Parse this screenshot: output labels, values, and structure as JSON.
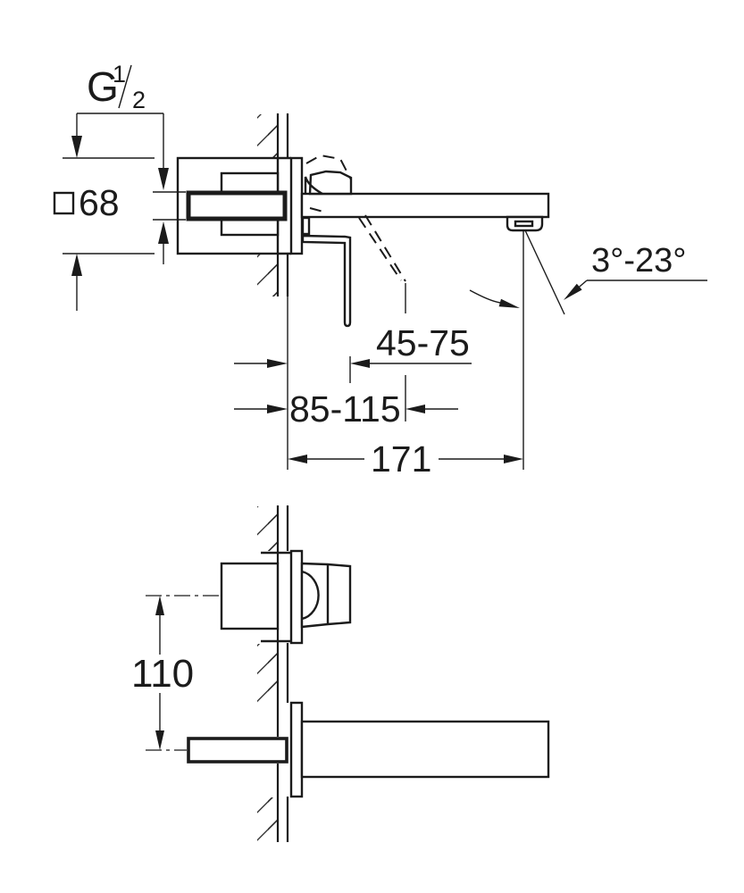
{
  "page": {
    "background": "#ffffff",
    "line_color": "#1b1b1b"
  },
  "side_view": {
    "thread_label": {
      "prefix": "G",
      "numerator": "1",
      "denominator": "2"
    },
    "escutcheon_size": "68",
    "lever_closed_distance": "45-75",
    "lever_open_distance": "85-115",
    "spout_projection": "171",
    "spray_angle_range": "3°-23°"
  },
  "front_view": {
    "handle_spout_spacing": "110"
  }
}
